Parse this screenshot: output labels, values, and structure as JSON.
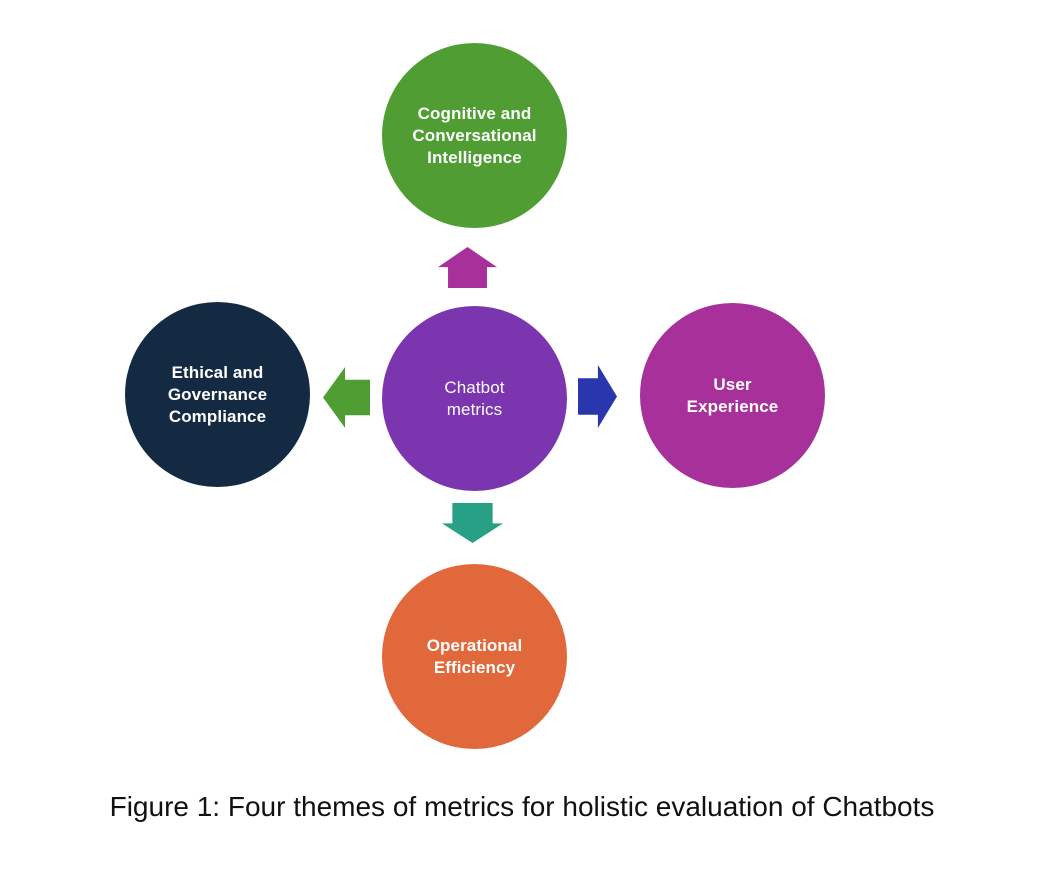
{
  "figure": {
    "caption": "Figure 1: Four themes of metrics for holistic evaluation of Chatbots"
  },
  "diagram": {
    "nodes": {
      "top": {
        "label": "Cognitive and\nConversational\nIntelligence",
        "color": "#4f9d33"
      },
      "left": {
        "label": "Ethical and\nGovernance\nCompliance",
        "color": "#132a42"
      },
      "center": {
        "label": "Chatbot\nmetrics",
        "color": "#7a35af"
      },
      "right": {
        "label": "User\nExperience",
        "color": "#a8309a"
      },
      "bottom": {
        "label": "Operational\nEfficiency",
        "color": "#e0683a"
      }
    },
    "arrows": {
      "up": {
        "direction": "up",
        "color": "#a8309a"
      },
      "left": {
        "direction": "left",
        "color": "#4f9d33"
      },
      "right": {
        "direction": "right",
        "color": "#2936ad"
      },
      "down": {
        "direction": "down",
        "color": "#27a085"
      }
    }
  }
}
